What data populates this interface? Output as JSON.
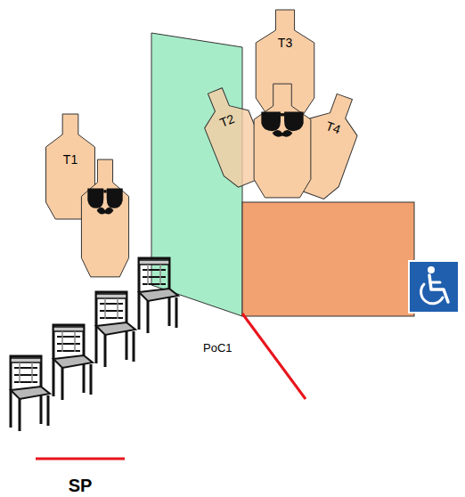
{
  "diagram": {
    "nodes": [
      {
        "text": [
          "T1"
        ]
      },
      {
        "text": [
          "T2"
        ]
      },
      {
        "text": [
          "T3"
        ]
      },
      {
        "text": [
          "T4"
        ]
      }
    ],
    "labels": [
      "PoC1",
      "SP"
    ]
  }
}
